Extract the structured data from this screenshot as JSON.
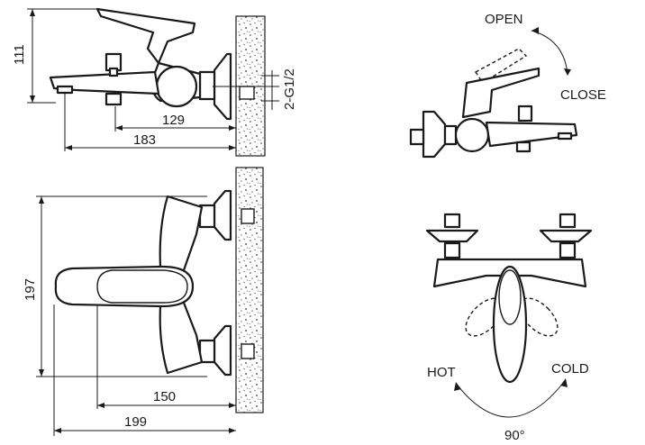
{
  "dimensions": {
    "height_111": "111",
    "thread": "2-G1/2",
    "len_129": "129",
    "len_183": "183",
    "height_197": "197",
    "len_150": "150",
    "len_199": "199"
  },
  "labels": {
    "open": "OPEN",
    "close": "CLOSE",
    "hot": "HOT",
    "cold": "COLD",
    "angle": "90°"
  }
}
